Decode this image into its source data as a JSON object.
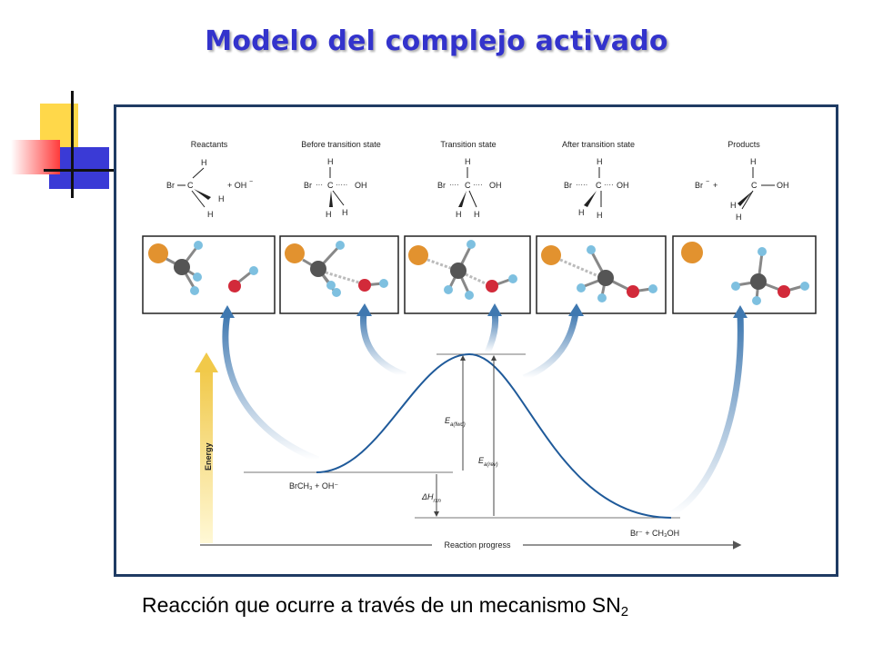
{
  "title": "Modelo del complejo activado",
  "caption": {
    "text": "Reacción que ocurre a través de un mecanismo SN",
    "subscript": "2"
  },
  "stages": [
    {
      "heading": "Reactants"
    },
    {
      "heading": "Before transition state"
    },
    {
      "heading": "Transition state"
    },
    {
      "heading": "After transition state"
    },
    {
      "heading": "Products"
    }
  ],
  "diagram": {
    "energy_axis_label": "Energy",
    "progress_axis_label": "Reaction progress",
    "reactants_label": "BrCH₃ + OH⁻",
    "products_label": "Br⁻ + CH₃OH",
    "ea_fwd_label": "E",
    "ea_fwd_sub": "a(fwd)",
    "ea_rev_label": "E",
    "ea_rev_sub": "a(rev)",
    "dh_label": "ΔH",
    "dh_sub": "rxn"
  },
  "colors": {
    "title": "#3333cc",
    "frame": "#1f3b63",
    "curve": "#1f5a9a",
    "arrow": "#3f78b0",
    "energy_arrow": "#f1c94a",
    "bromine": "#e2922f",
    "carbon": "#555555",
    "hydrogen": "#7ec0e0",
    "oxygen": "#d22a3a"
  }
}
